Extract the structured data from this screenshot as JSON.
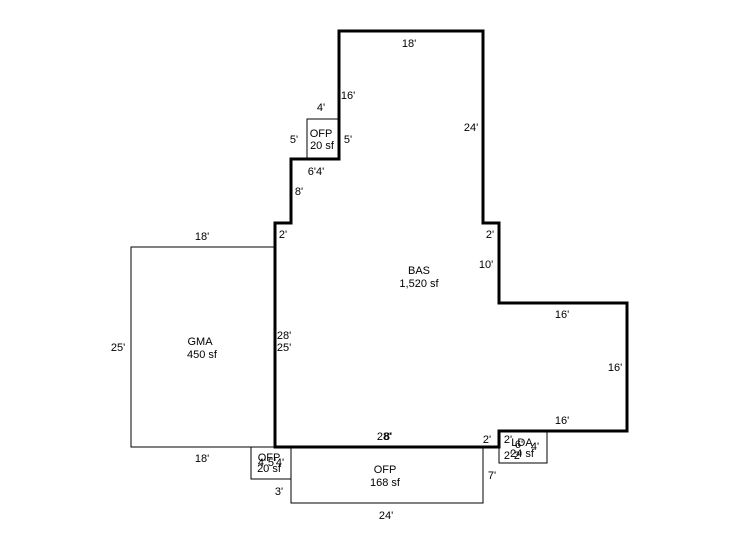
{
  "colors": {
    "background": "#ffffff",
    "line": "#000000"
  },
  "areas": {
    "bas": {
      "name": "BAS",
      "size": "1,520 sf"
    },
    "gma": {
      "name": "GMA",
      "size": "450 sf"
    },
    "ofp_top": {
      "name": "OFP",
      "size": "20 sf"
    },
    "ofp_bottom": {
      "name": "OFP",
      "size": "168 sf"
    },
    "ofp_small": {
      "name": "OFP",
      "size": "20 sf"
    },
    "lda": {
      "name": "LDA",
      "size": "24 sf"
    }
  },
  "dimensions": {
    "bas_top": "18'",
    "bas_right_upper": "24'",
    "bas_right_jog": "2'",
    "bas_right_mid": "10'",
    "bas_ext_top": "16'",
    "bas_ext_right": "16'",
    "bas_ext_bottom": "16'",
    "bas_bottom": "28'",
    "bas_bottom_over": "8'",
    "bas_bottom_right": "2'",
    "bas_left_a": "28'",
    "bas_left_b": "25'",
    "bas_left_jog": "2'",
    "bas_left_upper": "8'",
    "bas_notch_bottom": "6'4'",
    "bas_notch_side": "5'",
    "bas_notch_vert": "16'",
    "ofp_top_width": "4'",
    "ofp_top_height": "5'",
    "gma_top": "18'",
    "gma_bottom": "18'",
    "gma_left": "25'",
    "ofp_bottom_width": "24'",
    "ofp_bottom_left": "3'",
    "ofp_bottom_right": "7'",
    "ofp_small_a": "4'",
    "ofp_small_b": "5'",
    "ofp_small_c": "4'",
    "lda_a": "2'",
    "lda_b": "6'",
    "lda_c": "4'",
    "lda_d": "2'",
    "lda_e": "2'"
  }
}
